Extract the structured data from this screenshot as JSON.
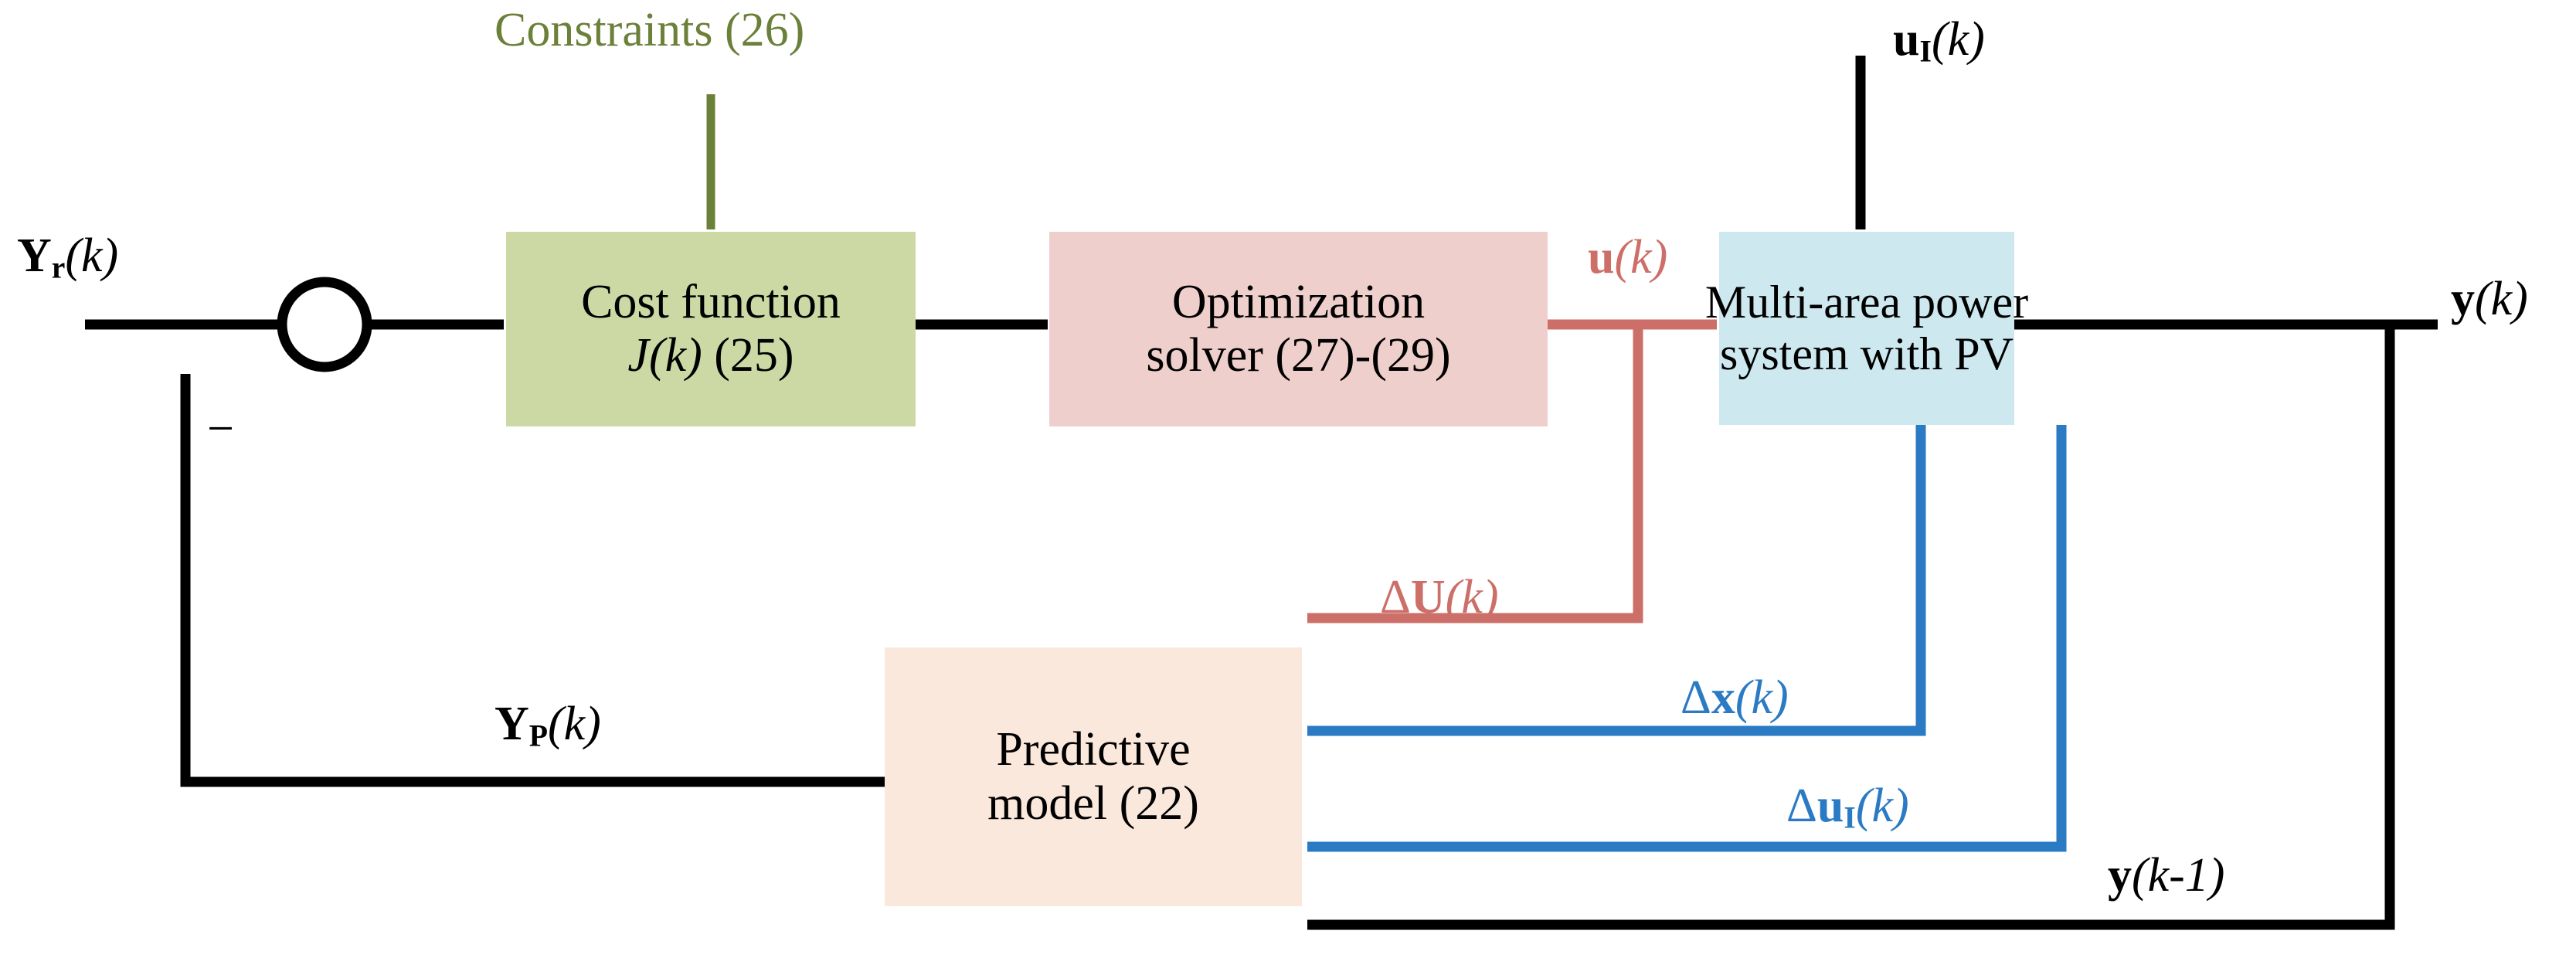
{
  "diagram": {
    "title": "MPC block diagram for multi-area power system with PV",
    "colors": {
      "green_fill": "#ccd9a5",
      "green_line": "#6b8039",
      "pink_fill": "#eecfcc",
      "red_line": "#cc6f68",
      "blue_fill": "#cde8ef",
      "blue_line": "#2b7ac4",
      "peach_fill": "#fbe8dc",
      "black": "#000000",
      "background": "#ffffff"
    },
    "blocks": {
      "cost_function": {
        "line1": "Cost function",
        "line2_math": "J(k)",
        "line2_ref": "(25)",
        "fill": "#ccd9a5"
      },
      "optimization_solver": {
        "line1": "Optimization",
        "line2": "solver (27)-(29)",
        "fill": "#eecfcc"
      },
      "power_system": {
        "line1": "Multi-area power",
        "line2": "system with PV",
        "fill": "#cde8ef"
      },
      "predictive_model": {
        "line1": "Predictive",
        "line2": "model (22)",
        "fill": "#fbe8dc"
      },
      "summing_junction": {
        "shape": "circle",
        "sign": "−"
      }
    },
    "labels": {
      "constraints": "Constraints (26)",
      "reference_input": {
        "var": "Y",
        "sub": "r",
        "arg": "(k)"
      },
      "disturbance_input": {
        "var": "u",
        "sub": "I",
        "arg": "(k)"
      },
      "control_signal": {
        "var": "u",
        "sub": "",
        "arg": "(k)"
      },
      "output": {
        "var": "y",
        "sub": "",
        "arg": "(k)"
      },
      "delta_u_big": {
        "delta": "Δ",
        "var": "U",
        "sub": "",
        "arg": "(k)"
      },
      "delta_x": {
        "delta": "Δ",
        "var": "x",
        "sub": "",
        "arg": "(k)"
      },
      "delta_u_I": {
        "delta": "Δ",
        "var": "u",
        "sub": "I",
        "arg": "(k)"
      },
      "predicted_output": {
        "var": "Y",
        "sub": "P",
        "arg": "(k)"
      },
      "delayed_output": {
        "var": "y",
        "sub": "",
        "arg": "(k-1)"
      },
      "minus_sign": "−"
    }
  }
}
